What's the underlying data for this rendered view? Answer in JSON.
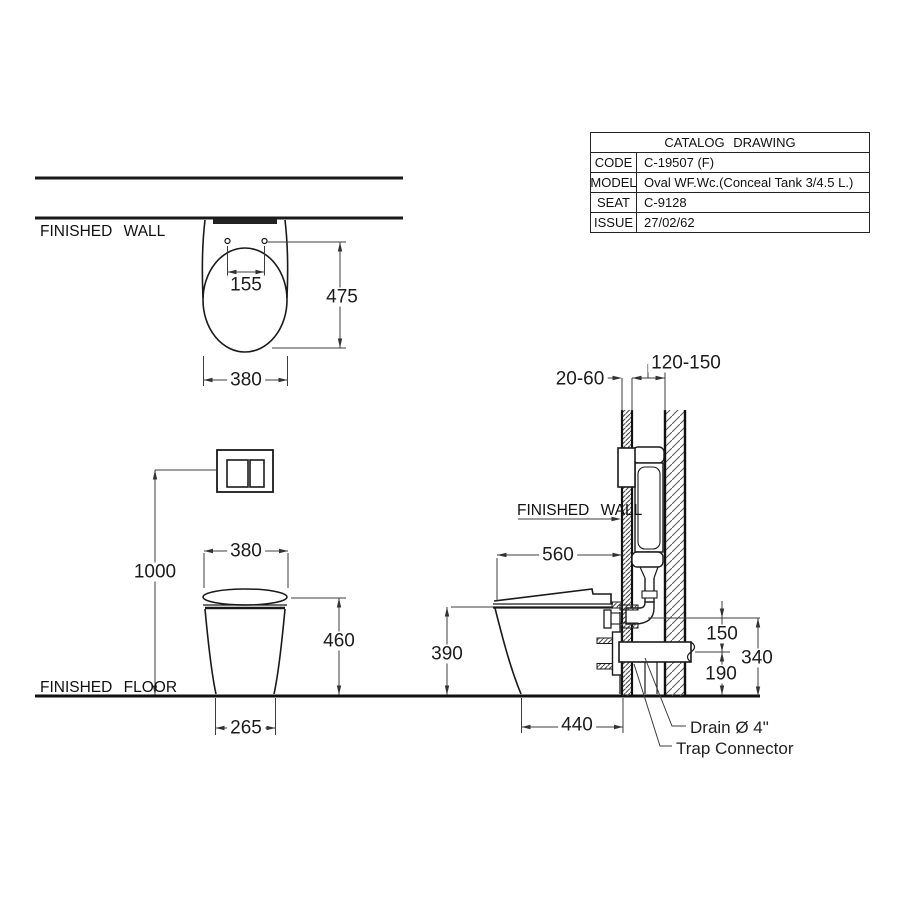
{
  "title_block": {
    "title": "CATALOG DRAWING",
    "rows": [
      {
        "label": "CODE",
        "value": "C-19507 (F)"
      },
      {
        "label": "MODEL",
        "value": "Oval WF.Wc.(Conceal Tank 3/4.5 L.)"
      },
      {
        "label": "SEAT",
        "value": "C-9128"
      },
      {
        "label": "ISSUE",
        "value": "27/02/62"
      }
    ]
  },
  "labels": {
    "finished_wall": "FINISHED WALL",
    "finished_floor": "FINISHED FLOOR",
    "drain_note": "Drain Ø 4\"",
    "trap_note": "Trap Connector"
  },
  "dimensions": {
    "top_view": {
      "hinge_spacing": "155",
      "length": "475",
      "width": "380"
    },
    "front_view": {
      "actuator_height": "1000",
      "width": "380",
      "seat_height": "460",
      "base_width": "265"
    },
    "side_view": {
      "finished_wall_thickness": "20-60",
      "tank_cavity": "120-150",
      "depth": "560",
      "rim_height": "390",
      "base_depth": "440",
      "inlet_offset": "150",
      "drain_center_height": "190",
      "inlet_height": "340"
    }
  },
  "colors": {
    "line": "#1a1a1a",
    "dimension": "#3c3c3c"
  }
}
